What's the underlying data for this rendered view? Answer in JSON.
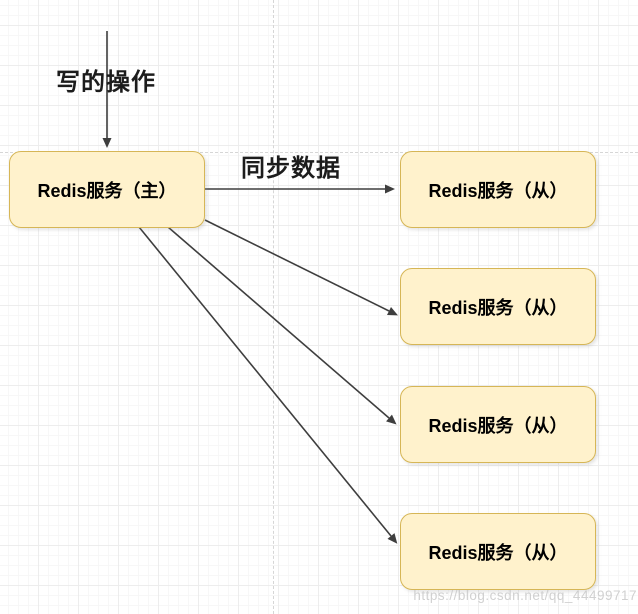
{
  "colors": {
    "node_fill": "#FFF2CC",
    "node_border": "#D6B656",
    "arrow_color": "#3E3E3E",
    "grid_minor": "#F7F7F7",
    "grid_major": "#EDEDED",
    "guide_color": "#D6D6D6",
    "watermark_color": "#C9C9C9"
  },
  "labels": {
    "write_operation": "写的操作",
    "sync_data": "同步数据"
  },
  "nodes": {
    "master": {
      "label": "Redis服务（主）"
    },
    "slaves": [
      {
        "label": "Redis服务（从）"
      },
      {
        "label": "Redis服务（从）"
      },
      {
        "label": "Redis服务（从）"
      },
      {
        "label": "Redis服务（从）"
      }
    ]
  },
  "watermark": {
    "text": "https://blog.csdn.net/qq_44499717"
  }
}
